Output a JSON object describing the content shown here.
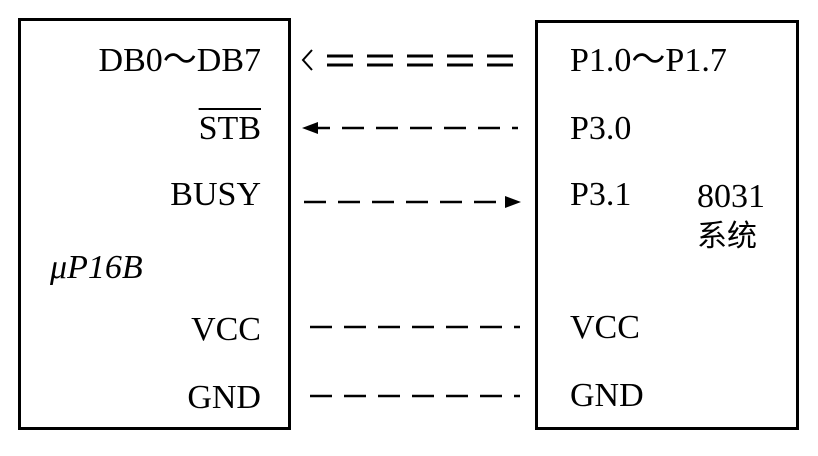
{
  "left_block": {
    "name": "μP16B",
    "pins": [
      "DB0～DB7",
      "STB",
      "BUSY",
      "VCC",
      "GND"
    ]
  },
  "right_block": {
    "name_line1": "8031",
    "name_line2": "系统",
    "pins": [
      "P1.0～P1.7",
      "P3.0",
      "P3.1",
      "VCC",
      "GND"
    ]
  },
  "connections": [
    {
      "from": "DB0～DB7",
      "to": "P1.0～P1.7",
      "style": "double",
      "direction": "to-left"
    },
    {
      "from": "STB",
      "to": "P3.0",
      "style": "dashed",
      "direction": "to-left"
    },
    {
      "from": "BUSY",
      "to": "P3.1",
      "style": "dashed",
      "direction": "to-right"
    },
    {
      "from": "VCC",
      "to": "VCC",
      "style": "dashed",
      "direction": "none"
    },
    {
      "from": "GND",
      "to": "GND",
      "style": "dashed",
      "direction": "none"
    }
  ]
}
